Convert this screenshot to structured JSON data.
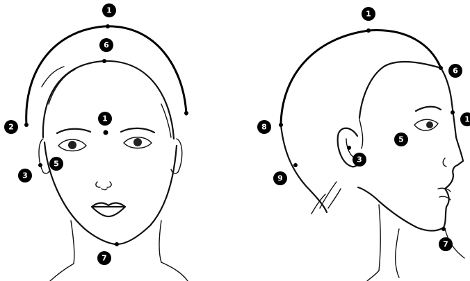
{
  "front_view": {
    "markers": [
      {
        "label": "1",
        "name": "front-marker-1-top"
      },
      {
        "label": "6",
        "name": "front-marker-6-hairline"
      },
      {
        "label": "1",
        "name": "front-marker-1-forehead"
      },
      {
        "label": "2",
        "name": "front-marker-2-temple"
      },
      {
        "label": "5",
        "name": "front-marker-5-cheek"
      },
      {
        "label": "3",
        "name": "front-marker-3-jaw"
      },
      {
        "label": "7",
        "name": "front-marker-7-chin"
      }
    ]
  },
  "side_view": {
    "markers": [
      {
        "label": "1",
        "name": "side-marker-1-top"
      },
      {
        "label": "6",
        "name": "side-marker-6-hairline"
      },
      {
        "label": "1",
        "name": "side-marker-1-forehead"
      },
      {
        "label": "8",
        "name": "side-marker-8-back"
      },
      {
        "label": "5",
        "name": "side-marker-5-cheek"
      },
      {
        "label": "3",
        "name": "side-marker-3-ear"
      },
      {
        "label": "9",
        "name": "side-marker-9-nape"
      },
      {
        "label": "7",
        "name": "side-marker-7-chin"
      }
    ]
  }
}
